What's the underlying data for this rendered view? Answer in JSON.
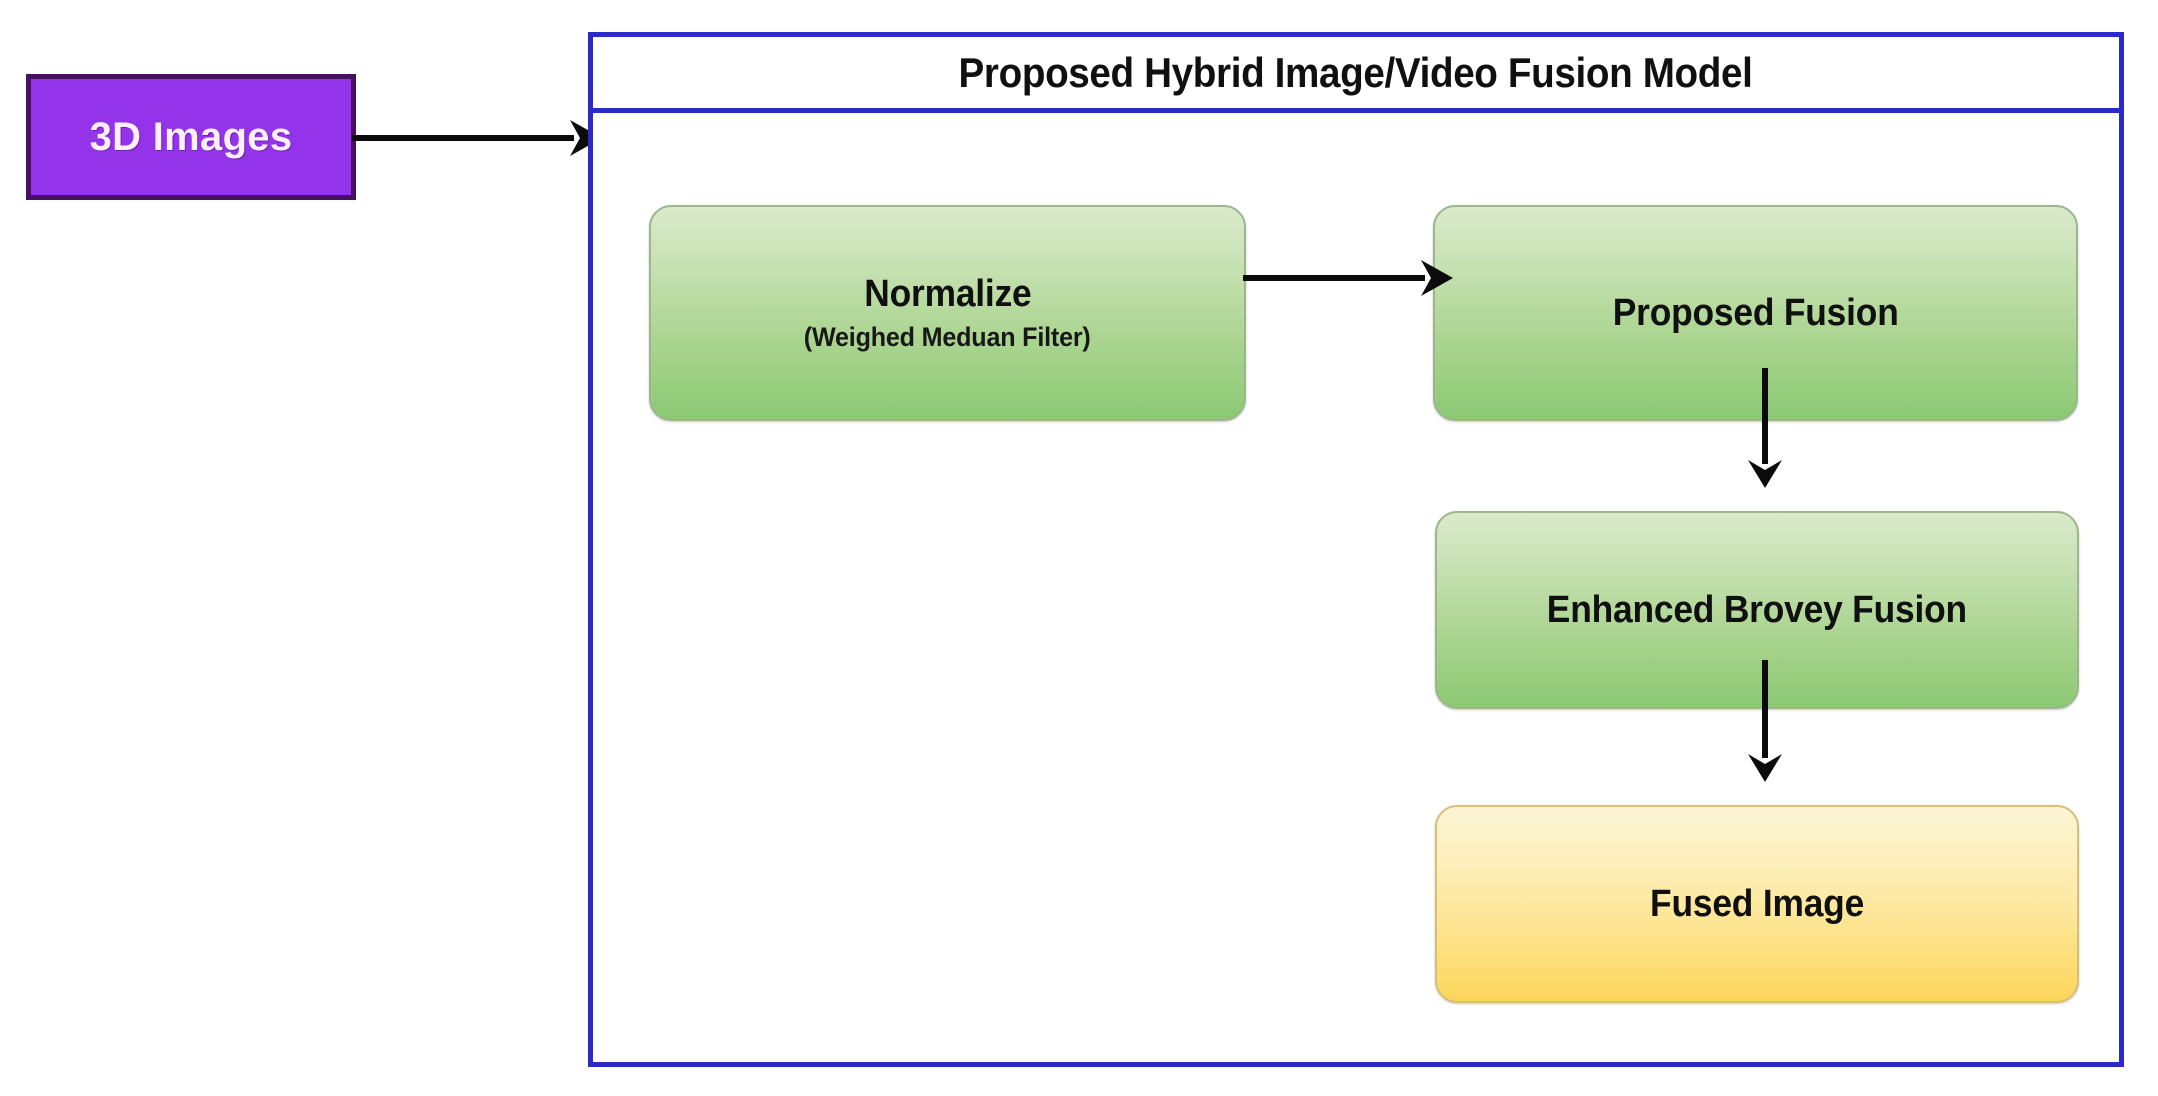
{
  "diagram": {
    "title": "Proposed Hybrid Image/Video Fusion Model",
    "source_node": {
      "label": "3D Images",
      "color": "#9333EA",
      "border_color": "#4A1060",
      "text_color": "#FCEFFF"
    },
    "container": {
      "title": "Proposed Hybrid Image/Video Fusion Model",
      "border_color": "#2B2BC8",
      "background": "#FFFFFF"
    },
    "nodes": [
      {
        "id": "normalize",
        "title": "Normalize",
        "subtitle": "(Weighed Meduan Filter)",
        "fill_top": "#DAEACA",
        "fill_bottom": "#8CC973",
        "border_color": "#9EB58E"
      },
      {
        "id": "proposed-fusion",
        "title": "Proposed Fusion",
        "subtitle": "",
        "fill_top": "#DAEACA",
        "fill_bottom": "#8CC973",
        "border_color": "#9EB58E"
      },
      {
        "id": "enhanced-brovey-fusion",
        "title": "Enhanced Brovey Fusion",
        "subtitle": "",
        "fill_top": "#DAEACA",
        "fill_bottom": "#8CC973",
        "border_color": "#9EB58E"
      },
      {
        "id": "fused-image",
        "title": "Fused Image",
        "subtitle": "",
        "fill_top": "#FCF5D6",
        "fill_bottom": "#FCD65A",
        "border_color": "#D8BE76"
      }
    ],
    "edges": [
      {
        "id": "source-to-container",
        "from": "3D Images",
        "to": "Proposed Hybrid Image/Video Fusion Model",
        "direction": "right"
      },
      {
        "id": "normalize-to-fusion",
        "from": "Normalize",
        "to": "Proposed Fusion",
        "direction": "right"
      },
      {
        "id": "fusion-to-brovey",
        "from": "Proposed Fusion",
        "to": "Enhanced Brovey Fusion",
        "direction": "down"
      },
      {
        "id": "brovey-to-fused",
        "from": "Enhanced Brovey Fusion",
        "to": "Fused Image",
        "direction": "down"
      }
    ],
    "arrow_color": "#0B0B0B"
  }
}
